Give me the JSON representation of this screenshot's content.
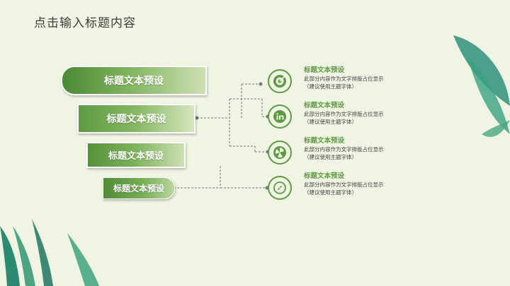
{
  "slide": {
    "title": "点击输入标题内容"
  },
  "bars": [
    {
      "label": "标题文本预设"
    },
    {
      "label": "标题文本预设"
    },
    {
      "label": "标题文本预设"
    },
    {
      "label": "标题文本预设"
    }
  ],
  "items": [
    {
      "icon": "target-icon",
      "title": "标题文本预设",
      "line1": "此部分内容作为文字排版占位显示",
      "line2": "（建议使用主题字体）"
    },
    {
      "icon": "linkedin-icon",
      "title": "标题文本预设",
      "line1": "此部分内容作为文字排版占位显示",
      "line2": "（建议使用主题字体）"
    },
    {
      "icon": "pinwheel-icon",
      "title": "标题文本预设",
      "line1": "此部分内容作为文字排版占位显示",
      "line2": "（建议使用主题字体）"
    },
    {
      "icon": "compass-icon",
      "title": "标题文本预设",
      "line1": "此部分内容作为文字排版占位显示",
      "line2": "（建议使用主题字体）"
    }
  ],
  "colors": {
    "background": "#f0f4e3",
    "accent": "#5e9a44",
    "leaf": "#2f8f7a"
  }
}
